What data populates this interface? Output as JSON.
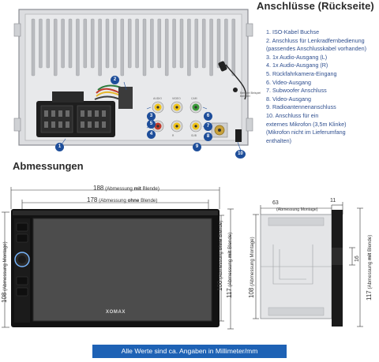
{
  "connections_section": {
    "title": "Anschlüsse (Rückseite)",
    "items": [
      "1. ISO-Kabel Buchse",
      "2. Anschluss für Lenkradfernbedienung\n(passendes Anschlusskabel vorhanden)",
      "3. 1x Audio-Ausgang (L)",
      "4. 1x Audio-Ausgang (R)",
      "5. Rückfahrkamera-Eingang",
      "6. Video-Ausgang",
      "7. Subwoofer Anschluss",
      "8. Video-Ausgang",
      "9. Radioantennenanschluss",
      "10. Anschluss für ein\n      externes Mikrofon (3,5m Klinke)\n      (Mikrofon nicht im Lieferumfang\n      enthalten)"
    ],
    "rear_markers": [
      "1",
      "2",
      "3",
      "4",
      "5",
      "6",
      "7",
      "8",
      "9",
      "10"
    ],
    "mic_label": "Beispiel Beispiel\nBeispiel"
  },
  "dimensions_section": {
    "title": "Abmessungen",
    "front": {
      "width_with_bezel_value": "188",
      "width_with_bezel_prefix": "(Abmessung ",
      "width_with_bezel_bold": "mit",
      "width_with_bezel_suffix": " Blende)",
      "width_without_bezel_value": "178",
      "width_without_bezel_prefix": "(Abmessung ",
      "width_without_bezel_bold": "ohne",
      "width_without_bezel_suffix": " Blende)",
      "height_mount_value": "108",
      "height_mount_label": "(Abmessung Montage)",
      "height_without_bezel_value": "100",
      "height_without_bezel_prefix": "(Abmessung ",
      "height_without_bezel_bold": "ohne",
      "height_without_bezel_suffix": " Blende)",
      "height_with_bezel_value": "117",
      "height_with_bezel_prefix": "(Abmessung ",
      "height_with_bezel_bold": "mit",
      "height_with_bezel_suffix": " Blende)",
      "brand": "XOMAX"
    },
    "side": {
      "depth_value": "63",
      "depth_label": "(Abmessung Montage)",
      "bezel_depth_value": "11",
      "height_mount_value": "108",
      "height_mount_label": "(Abmessung Montage)",
      "height_with_bezel_value": "117",
      "height_with_bezel_prefix": "(Abmessung ",
      "height_with_bezel_bold": "mit",
      "height_with_bezel_suffix": " Blende)",
      "small_value": "16"
    }
  },
  "footer": {
    "note": "Alle Werte sind ca. Angaben in Millimeter/mm"
  },
  "colors": {
    "accent_blue": "#1e62b5",
    "marker_blue": "#1e4e9a",
    "screen": "#4c4c4c",
    "bezel": "#111111"
  }
}
